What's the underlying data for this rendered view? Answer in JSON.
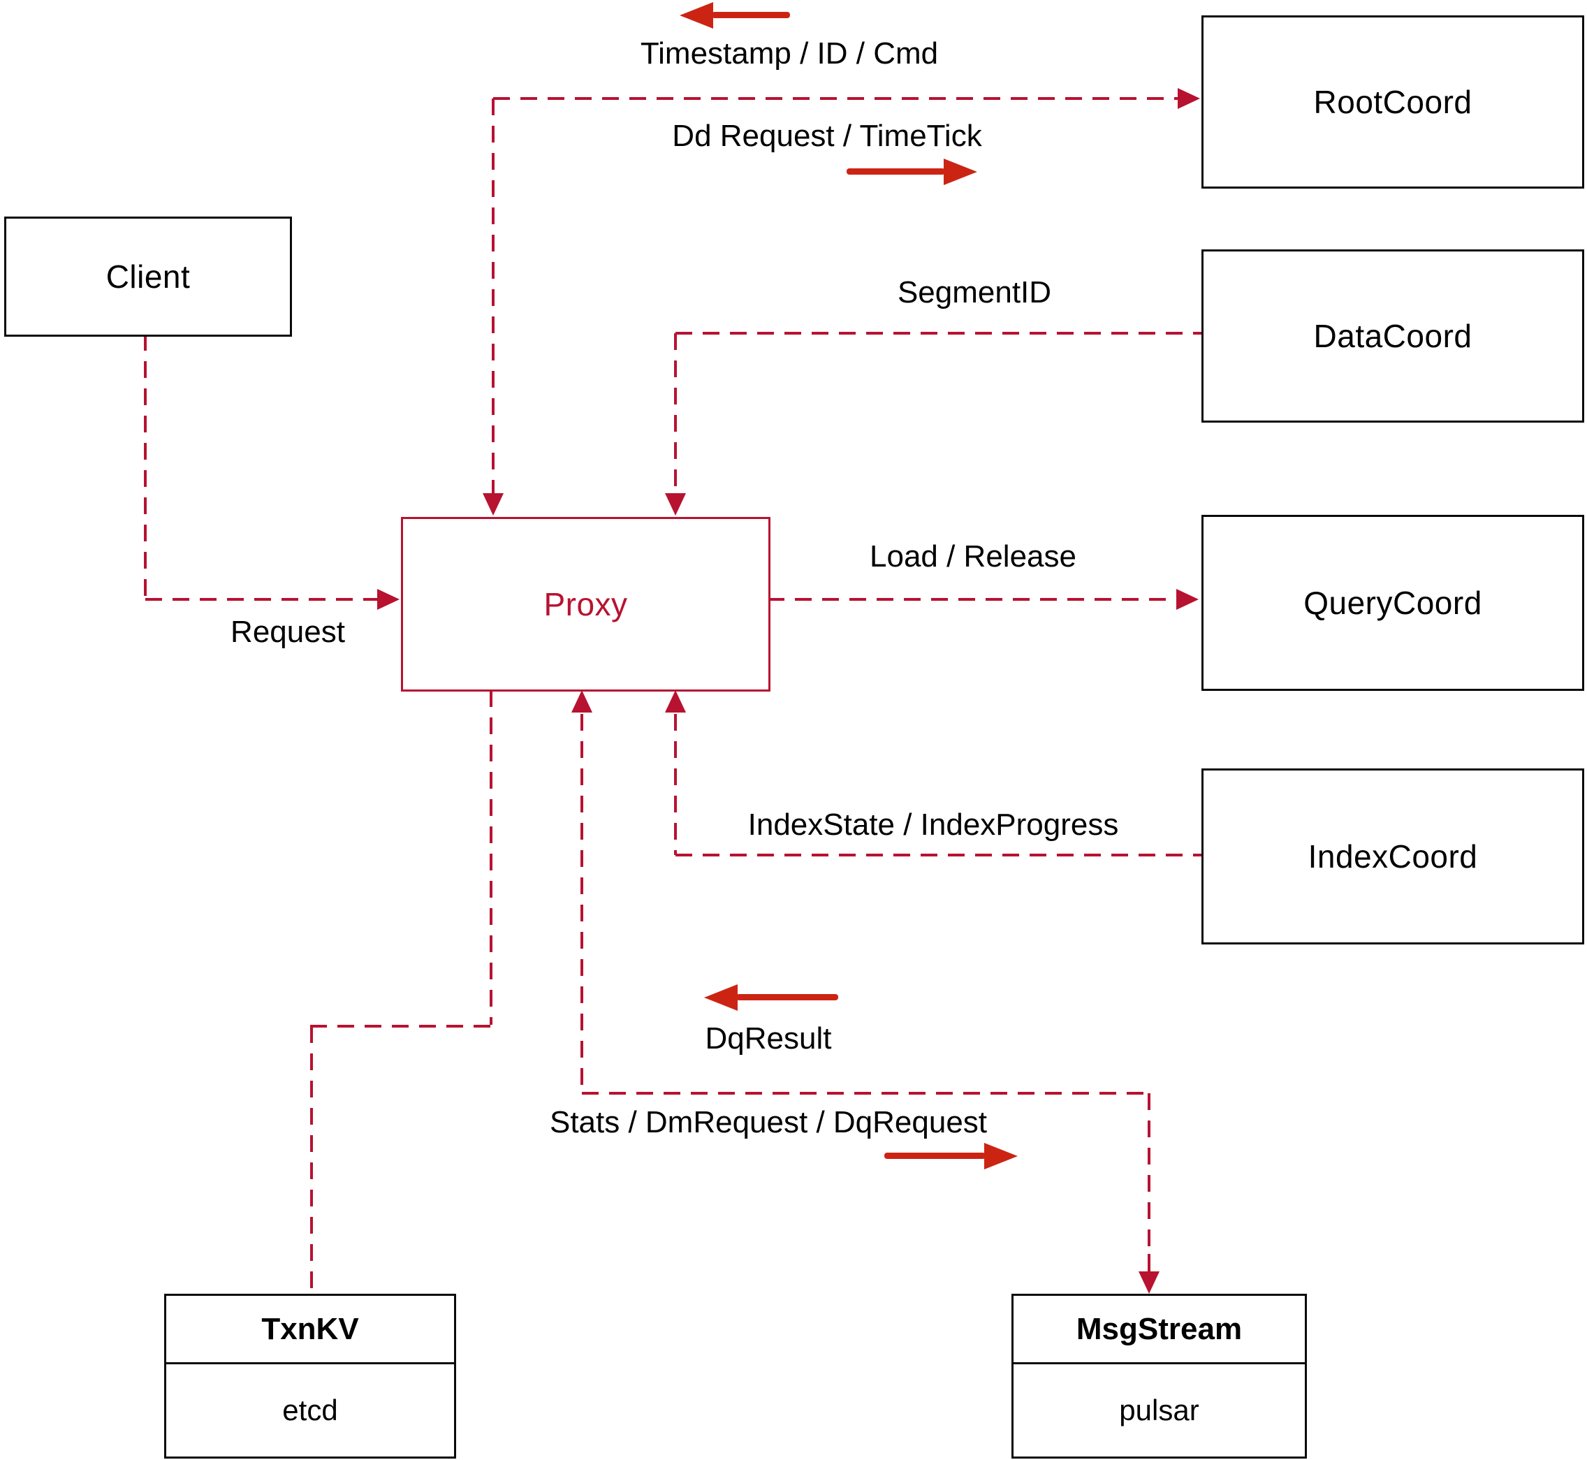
{
  "diagram": {
    "nodes": {
      "client": {
        "label": "Client"
      },
      "proxy": {
        "label": "Proxy"
      },
      "root_coord": {
        "label": "RootCoord"
      },
      "data_coord": {
        "label": "DataCoord"
      },
      "query_coord": {
        "label": "QueryCoord"
      },
      "index_coord": {
        "label": "IndexCoord"
      },
      "txn_kv": {
        "title": "TxnKV",
        "impl": "etcd"
      },
      "msg_stream": {
        "title": "MsgStream",
        "impl": "pulsar"
      }
    },
    "labels": {
      "timestamp": "Timestamp / ID / Cmd",
      "dd_request": "Dd Request / TimeTick",
      "segment_id": "SegmentID",
      "request": "Request",
      "load_release": "Load / Release",
      "index_state": "IndexState / IndexProgress",
      "dq_result": "DqResult",
      "stats": "Stats / DmRequest / DqRequest"
    },
    "edges": [
      {
        "from": "Client",
        "to": "Proxy",
        "label": "Request",
        "style": "dashed",
        "arrow": "into Proxy left"
      },
      {
        "from": "Proxy",
        "to": "RootCoord",
        "label": "Dd Request / TimeTick",
        "back_label": "Timestamp / ID / Cmd",
        "style": "dashed",
        "arrows": "both directions"
      },
      {
        "from": "DataCoord",
        "to": "Proxy",
        "label": "SegmentID",
        "style": "dashed",
        "arrow": "into Proxy top"
      },
      {
        "from": "Proxy",
        "to": "QueryCoord",
        "label": "Load / Release",
        "style": "dashed",
        "arrow": "into QueryCoord left"
      },
      {
        "from": "IndexCoord",
        "to": "Proxy",
        "label": "IndexState / IndexProgress",
        "style": "dashed",
        "arrow": "into Proxy bottom"
      },
      {
        "from": "Proxy",
        "to": "MsgStream",
        "label": "Stats / DmRequest / DqRequest",
        "back_label": "DqResult",
        "style": "dashed",
        "arrows": "both directions"
      },
      {
        "from": "Proxy",
        "to": "TxnKV",
        "style": "dashed",
        "arrow": "none"
      }
    ],
    "colors": {
      "connector_red": "#b81231",
      "solid_arrow_red": "#cc2413",
      "node_border": "#0a0a0a",
      "proxy_red": "#b81231",
      "background": "#ffffff",
      "text": "#000000"
    }
  }
}
